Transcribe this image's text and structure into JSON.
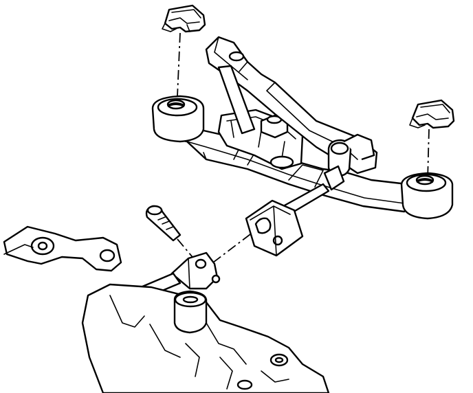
{
  "diagram": {
    "parts": [
      "upper-mount-clip-left",
      "upper-mount-clip-right",
      "isolator-left",
      "isolator-right",
      "shift-control-bracket",
      "shift-lever",
      "shift-cable-end",
      "retaining-pin",
      "transmission-shift-linkage",
      "transmission-case"
    ],
    "colors": {
      "line": "#000000",
      "background": "#ffffff"
    }
  }
}
